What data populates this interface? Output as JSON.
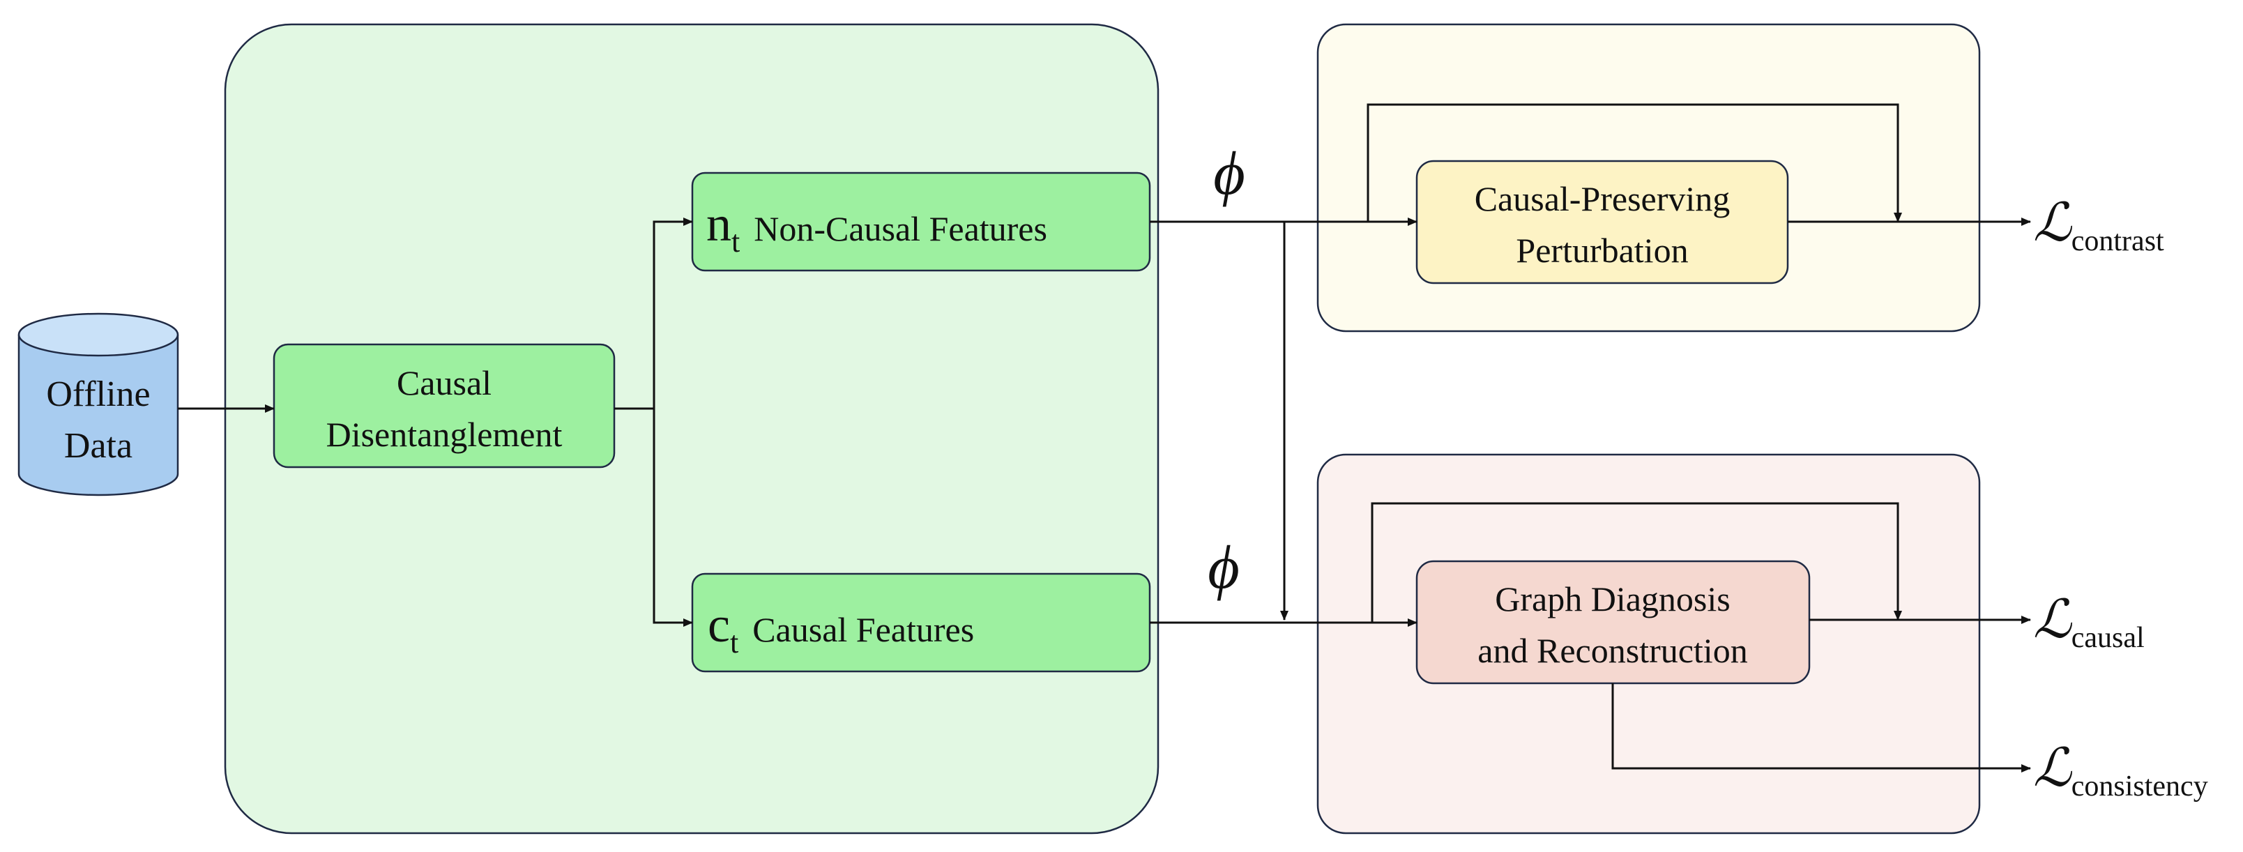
{
  "database": {
    "line1": "Offline",
    "line2": "Data"
  },
  "nodes": {
    "disentangle": {
      "line1": "Causal",
      "line2": "Disentanglement"
    },
    "noncausal": {
      "symbol": "n",
      "subscript": "t",
      "label": "Non-Causal Features"
    },
    "causal": {
      "symbol": "c",
      "subscript": "t",
      "label": "Causal Features"
    },
    "perturb": {
      "line1": "Causal-Preserving",
      "line2": "Perturbation"
    },
    "graph": {
      "line1": "Graph Diagnosis",
      "line2": "and Reconstruction"
    }
  },
  "edge_labels": {
    "phi_top": "ϕ",
    "phi_bottom": "ϕ"
  },
  "outputs": {
    "contrast": {
      "symbol": "ℒ",
      "subscript": "contrast"
    },
    "causal": {
      "symbol": "ℒ",
      "subscript": "causal"
    },
    "consistency": {
      "symbol": "ℒ",
      "subscript": "consistency"
    }
  },
  "colors": {
    "green_panel": "#e2f8e3",
    "green_box": "#9df0a0",
    "yellow_panel": "#fefcee",
    "yellow_box": "#fdf3c5",
    "pink_panel": "#fbf1ef",
    "pink_box": "#f5d8d0",
    "database": "#a8ccf0",
    "database_top": "#c9e1f8",
    "stroke": "#1f2a44"
  }
}
